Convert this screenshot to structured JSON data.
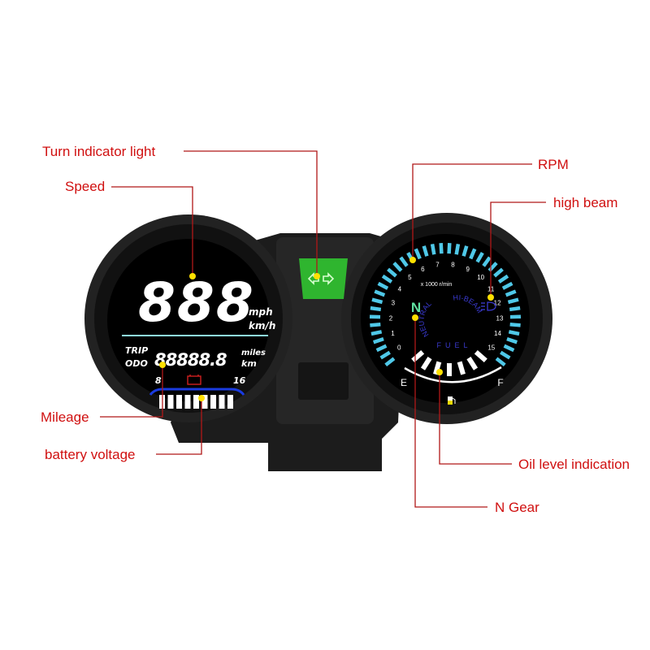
{
  "callouts": {
    "turn_indicator": "Turn indicator light",
    "speed": "Speed",
    "mileage": "Mileage",
    "battery_voltage": "battery voltage",
    "rpm": "RPM",
    "high_beam": "high beam",
    "oil_level": "Oil level indication",
    "n_gear": "N Gear"
  },
  "left_dial": {
    "speed_digits": "888",
    "speed_unit_mph": "mph",
    "speed_unit_kmh": "km/h",
    "trip_label": "TRIP",
    "odo_label": "ODO",
    "odometer_digits": "88888.8",
    "unit_miles": "miles",
    "unit_km": "km",
    "battery_min": "8",
    "battery_max": "16",
    "battery_icon": "battery-icon"
  },
  "center": {
    "turn_icon": "turn-arrows-icon",
    "indicator_color": "#2fb52f"
  },
  "right_dial": {
    "rpm_ticks": [
      "0",
      "1",
      "2",
      "3",
      "4",
      "5",
      "6",
      "7",
      "8",
      "9",
      "10",
      "11",
      "12",
      "13",
      "14",
      "15"
    ],
    "rpm_unit": "x 1000 r/min",
    "gear": "N",
    "neutral": "NEUTRAL",
    "hi_beam": "HI-BEAM",
    "fuel": "FUEL",
    "fuel_empty": "E",
    "fuel_full": "F",
    "tick_color": "#4fc8e8",
    "gear_color": "#5fe0a0",
    "warning_text_color": "#3a3ad0",
    "high_beam_icon": "high-beam-icon",
    "fuel_pump_icon": "fuel-pump-icon"
  }
}
